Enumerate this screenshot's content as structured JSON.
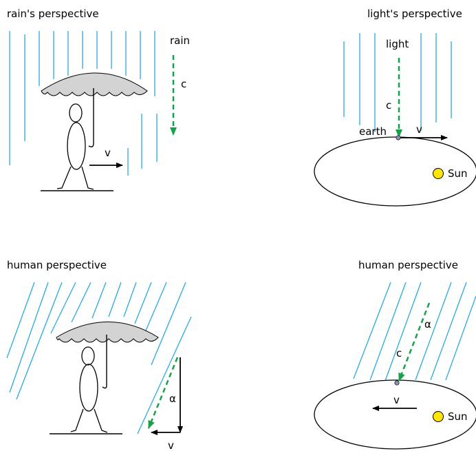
{
  "panels": {
    "rain_view": {
      "title": "rain's perspective",
      "rain_label": "rain",
      "c_label": "c",
      "v_label": "v"
    },
    "light_view": {
      "title": "light's perspective",
      "light_label": "light",
      "c_label": "c",
      "earth_label": "earth",
      "v_label": "v",
      "sun_label": "Sun"
    },
    "human_rain_view": {
      "title": "human perspective",
      "alpha_label": "α",
      "v_label": "v"
    },
    "human_light_view": {
      "title": "human perspective",
      "alpha_label": "α",
      "c_label": "c",
      "v_label": "v",
      "sun_label": "Sun"
    }
  },
  "colors": {
    "rain_lines": "#29a9e0",
    "velocity_arrow": "#19a04a",
    "sun_fill": "#ffe600",
    "umbrella_fill": "#d3d3d3",
    "earth_dot": "#8a8fb0"
  }
}
